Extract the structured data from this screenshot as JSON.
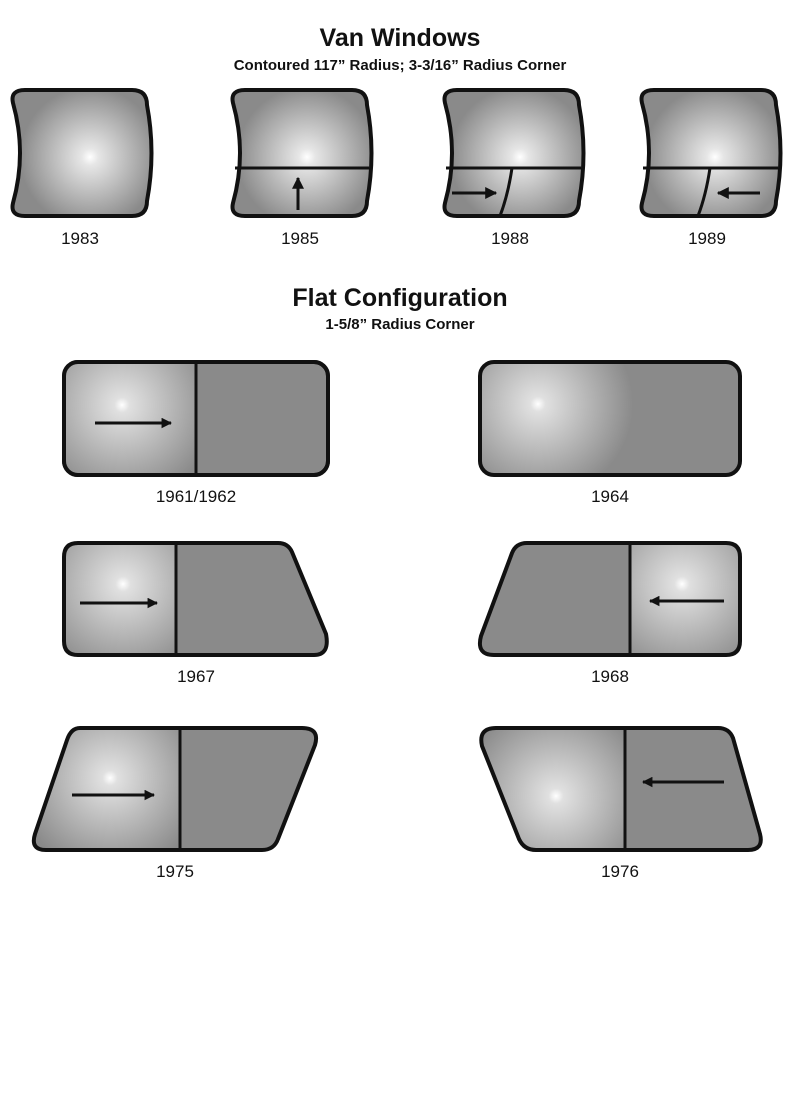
{
  "van": {
    "title": "Van Windows",
    "subtitle": "Contoured 117” Radius; 3-3/16” Radius Corner",
    "windows": [
      {
        "year": "1983"
      },
      {
        "year": "1985"
      },
      {
        "year": "1988"
      },
      {
        "year": "1989"
      }
    ]
  },
  "flat": {
    "title": "Flat Configuration",
    "subtitle": "1-5/8” Radius Corner",
    "windows": [
      {
        "year": "1961/1962"
      },
      {
        "year": "1964"
      },
      {
        "year": "1967"
      },
      {
        "year": "1968"
      },
      {
        "year": "1975"
      },
      {
        "year": "1976"
      }
    ]
  },
  "colors": {
    "glass": "#8a8a8a",
    "highlight": "#ffffff",
    "outline": "#111111"
  }
}
